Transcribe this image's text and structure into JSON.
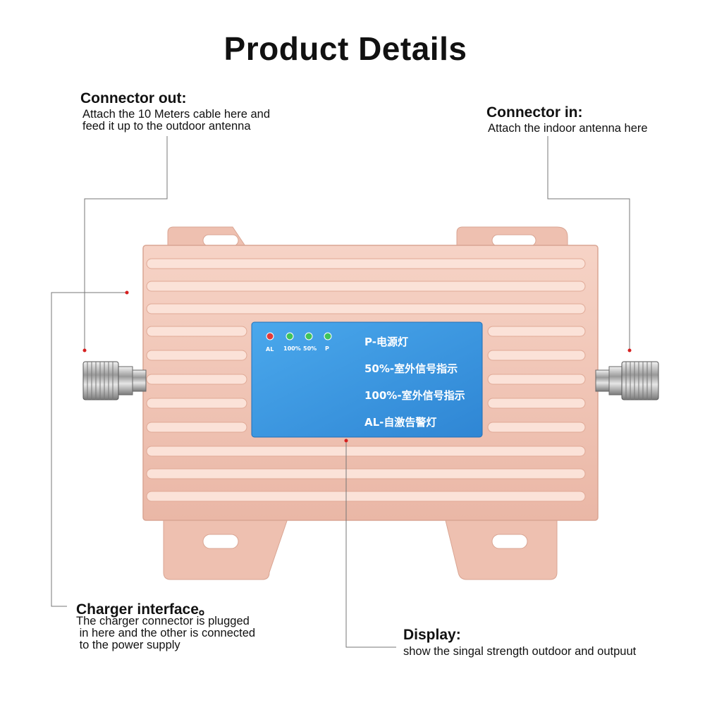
{
  "title": "Product Details",
  "callouts": {
    "connector_out": {
      "heading": "Connector out:",
      "body": "Attach the 10 Meters cable here and\nfeed it up to the outdoor antenna"
    },
    "connector_in": {
      "heading": "Connector in:",
      "body": "Attach the indoor antenna here"
    },
    "charger": {
      "heading": "Charger interface。",
      "body": "The charger connector is plugged\n in here and the other is connected\n to the power supply"
    },
    "display": {
      "heading": "Display:",
      "body": "show the singal strength outdoor and outpuut"
    }
  },
  "panel": {
    "leds": [
      {
        "label": "AL",
        "color": "#e23a3a"
      },
      {
        "label": "100%",
        "color": "#3fc45a"
      },
      {
        "label": "50%",
        "color": "#3fc45a"
      },
      {
        "label": "P",
        "color": "#3fc45a"
      }
    ],
    "legend": [
      "P-电源灯",
      "50%-室外信号指示",
      "100%-室外信号指示",
      "AL-自激告警灯"
    ]
  },
  "colors": {
    "body": "#f2c5b7",
    "ridge": "#fbe2d8",
    "panel": "#3f9ee3",
    "marker": "#d62020"
  }
}
